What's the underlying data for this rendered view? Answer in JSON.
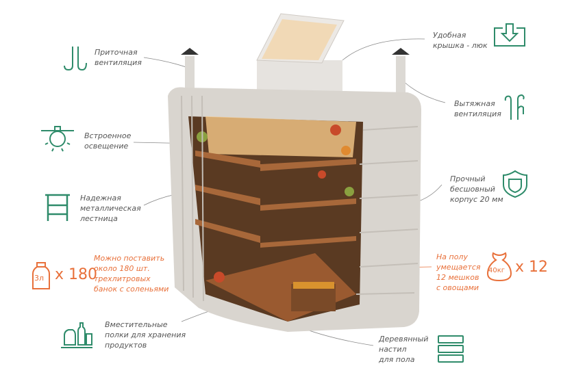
{
  "labels": {
    "supply_vent": "Приточная\nвентиляция",
    "lighting": "Встроенное\nосвещение",
    "ladder": "Надежная\nметаллическая\nлестница",
    "jars": "Можно поставить\nоколо 180 шт.\nтрехлитровых\nбанок с соленьями",
    "shelves": "Вместительные\nполки для хранения\nпродуктов",
    "hatch": "Удобная\nкрышка - люк",
    "exhaust_vent": "Вытяжная\nвентиляция",
    "body": "Прочный\nбесшовный\nкорпус 20 мм",
    "sacks": "На полу\nумещается\n12 мешков\nс овощами",
    "floor": "Деревянный\nнастил\nдля пола"
  },
  "counts": {
    "jars": "x 180",
    "sacks": "x 12"
  },
  "icon_text": {
    "jar": "3л",
    "sack": "40кг"
  },
  "colors": {
    "green": "#2e8b6a",
    "orange": "#e8703a",
    "text": "#555555"
  }
}
